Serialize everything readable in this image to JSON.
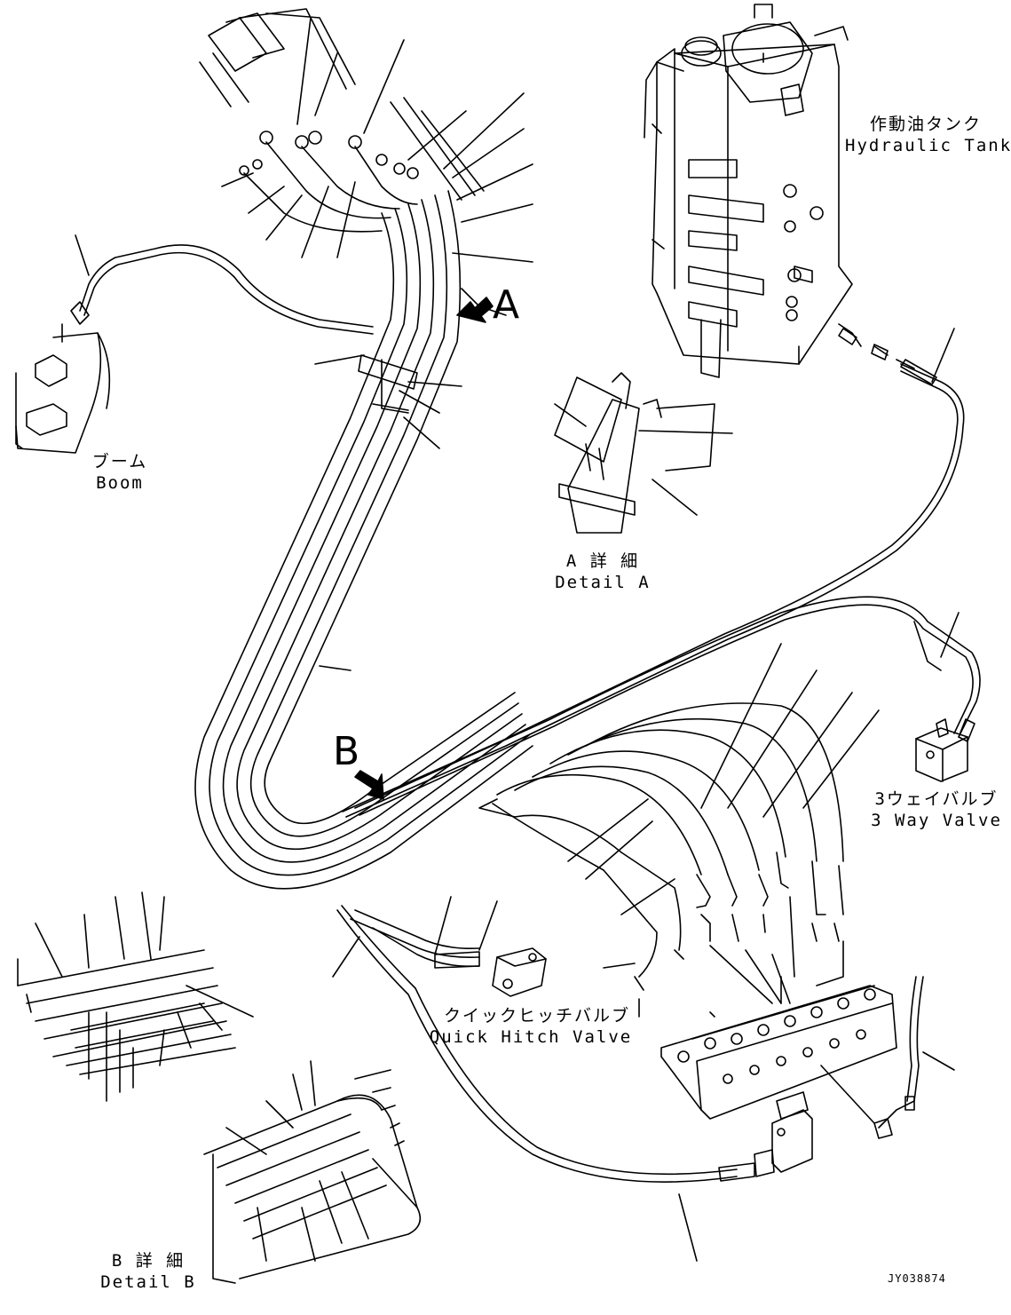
{
  "labels": {
    "hydraulic_tank_jp": "作動油タンク",
    "hydraulic_tank_en": "Hydraulic Tank",
    "boom_jp": "ブーム",
    "boom_en": "Boom",
    "detail_a_jp": "A 詳 細",
    "detail_a_en": "Detail A",
    "three_way_valve_jp": "3ウェイバルブ",
    "three_way_valve_en": "3 Way Valve",
    "quick_hitch_valve_jp": "クイックヒッチバルブ",
    "quick_hitch_valve_en": "Quick Hitch Valve",
    "detail_b_jp": "B 詳 細",
    "detail_b_en": "Detail B",
    "view_a": "A",
    "view_b": "B",
    "drawing_code": "JY038874"
  },
  "colors": {
    "line": "#000000",
    "background": "#ffffff"
  }
}
